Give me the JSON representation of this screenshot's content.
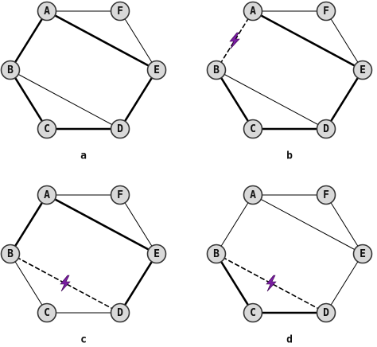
{
  "node_labels": [
    "A",
    "F",
    "E",
    "D",
    "C",
    "B"
  ],
  "link_broken_icon": "lightning-bolt-icon",
  "colors": {
    "node_fill": "#d9d9d9",
    "edge": "#000000",
    "failure_bolt": "#7a1fa2"
  },
  "panels": [
    {
      "caption": "a",
      "edges": [
        {
          "from": "A",
          "to": "F",
          "style": "thin"
        },
        {
          "from": "F",
          "to": "E",
          "style": "thin"
        },
        {
          "from": "E",
          "to": "D",
          "style": "thick"
        },
        {
          "from": "D",
          "to": "C",
          "style": "thick"
        },
        {
          "from": "C",
          "to": "B",
          "style": "thick"
        },
        {
          "from": "B",
          "to": "A",
          "style": "thick"
        },
        {
          "from": "A",
          "to": "E",
          "style": "thick"
        },
        {
          "from": "B",
          "to": "D",
          "style": "thin"
        }
      ],
      "failed_link": null
    },
    {
      "caption": "b",
      "edges": [
        {
          "from": "A",
          "to": "F",
          "style": "thin"
        },
        {
          "from": "F",
          "to": "E",
          "style": "thin"
        },
        {
          "from": "E",
          "to": "D",
          "style": "thick"
        },
        {
          "from": "D",
          "to": "C",
          "style": "thick"
        },
        {
          "from": "C",
          "to": "B",
          "style": "thick"
        },
        {
          "from": "B",
          "to": "A",
          "style": "dashed"
        },
        {
          "from": "A",
          "to": "E",
          "style": "thick"
        },
        {
          "from": "B",
          "to": "D",
          "style": "thin"
        }
      ],
      "failed_link": {
        "from": "B",
        "to": "A"
      }
    },
    {
      "caption": "c",
      "edges": [
        {
          "from": "A",
          "to": "F",
          "style": "thin"
        },
        {
          "from": "F",
          "to": "E",
          "style": "thin"
        },
        {
          "from": "E",
          "to": "D",
          "style": "thick"
        },
        {
          "from": "D",
          "to": "C",
          "style": "thin"
        },
        {
          "from": "C",
          "to": "B",
          "style": "thin"
        },
        {
          "from": "B",
          "to": "A",
          "style": "thick"
        },
        {
          "from": "A",
          "to": "E",
          "style": "thick"
        },
        {
          "from": "B",
          "to": "D",
          "style": "dashed"
        }
      ],
      "failed_link": {
        "from": "B",
        "to": "D"
      }
    },
    {
      "caption": "d",
      "edges": [
        {
          "from": "A",
          "to": "F",
          "style": "thin"
        },
        {
          "from": "F",
          "to": "E",
          "style": "thin"
        },
        {
          "from": "E",
          "to": "D",
          "style": "thin"
        },
        {
          "from": "D",
          "to": "C",
          "style": "thick"
        },
        {
          "from": "C",
          "to": "B",
          "style": "thick"
        },
        {
          "from": "B",
          "to": "A",
          "style": "thin"
        },
        {
          "from": "A",
          "to": "E",
          "style": "thin"
        },
        {
          "from": "B",
          "to": "D",
          "style": "dashed"
        }
      ],
      "failed_link": {
        "from": "B",
        "to": "D"
      }
    }
  ]
}
